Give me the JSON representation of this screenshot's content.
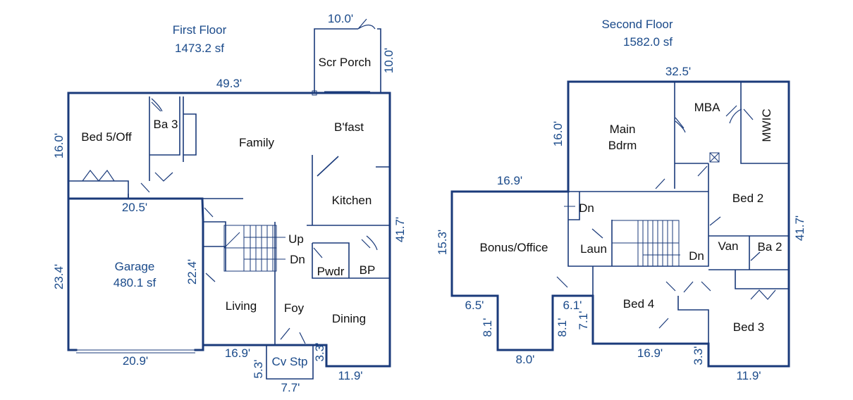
{
  "first_floor": {
    "title": "First Floor",
    "area": "1473.2 sf",
    "rooms": {
      "scr_porch": "Scr Porch",
      "bed5": "Bed 5/Off",
      "ba3": "Ba 3",
      "family": "Family",
      "bfast": "B'fast",
      "kitchen": "Kitchen",
      "up": "Up",
      "dn": "Dn",
      "pwdr": "Pwdr",
      "bp": "BP",
      "garage": "Garage",
      "garage_area": "480.1 sf",
      "living": "Living",
      "foy": "Foy",
      "dining": "Dining",
      "cv_stp": "Cv Stp"
    },
    "dims": {
      "porch_w": "10.0'",
      "porch_h": "10.0'",
      "top": "49.3'",
      "left_upper": "16.0'",
      "garage_top": "20.5'",
      "garage_left": "23.4'",
      "garage_right": "22.4'",
      "garage_bottom": "20.9'",
      "right": "41.7'",
      "front_left": "16.9'",
      "stoop_left": "5.3'",
      "stoop_right": "3.3'",
      "stoop_bottom": "7.7'",
      "front_right": "11.9'"
    }
  },
  "second_floor": {
    "title": "Second Floor",
    "area": "1582.0 sf",
    "rooms": {
      "main_bdrm_1": "Main",
      "main_bdrm_2": "Bdrm",
      "mba": "MBA",
      "mwic": "MWIC",
      "bed2": "Bed 2",
      "dn_top": "Dn",
      "bonus": "Bonus/Office",
      "laun": "Laun",
      "dn_stair": "Dn",
      "van": "Van",
      "ba2": "Ba 2",
      "bed4": "Bed 4",
      "bed3": "Bed 3"
    },
    "dims": {
      "top": "32.5'",
      "left_upper": "16.0'",
      "bonus_top": "16.9'",
      "bonus_left": "15.3'",
      "right": "41.7'",
      "notch_left_w": "6.5'",
      "notch_left_h": "8.1'",
      "notch_bottom": "8.0'",
      "notch_right_h": "8.1'",
      "notch_right_w": "6.1'",
      "bed4_left": "7.1'",
      "bottom_mid": "16.9'",
      "bed3_step": "3.3'",
      "bottom_right": "11.9'"
    }
  }
}
